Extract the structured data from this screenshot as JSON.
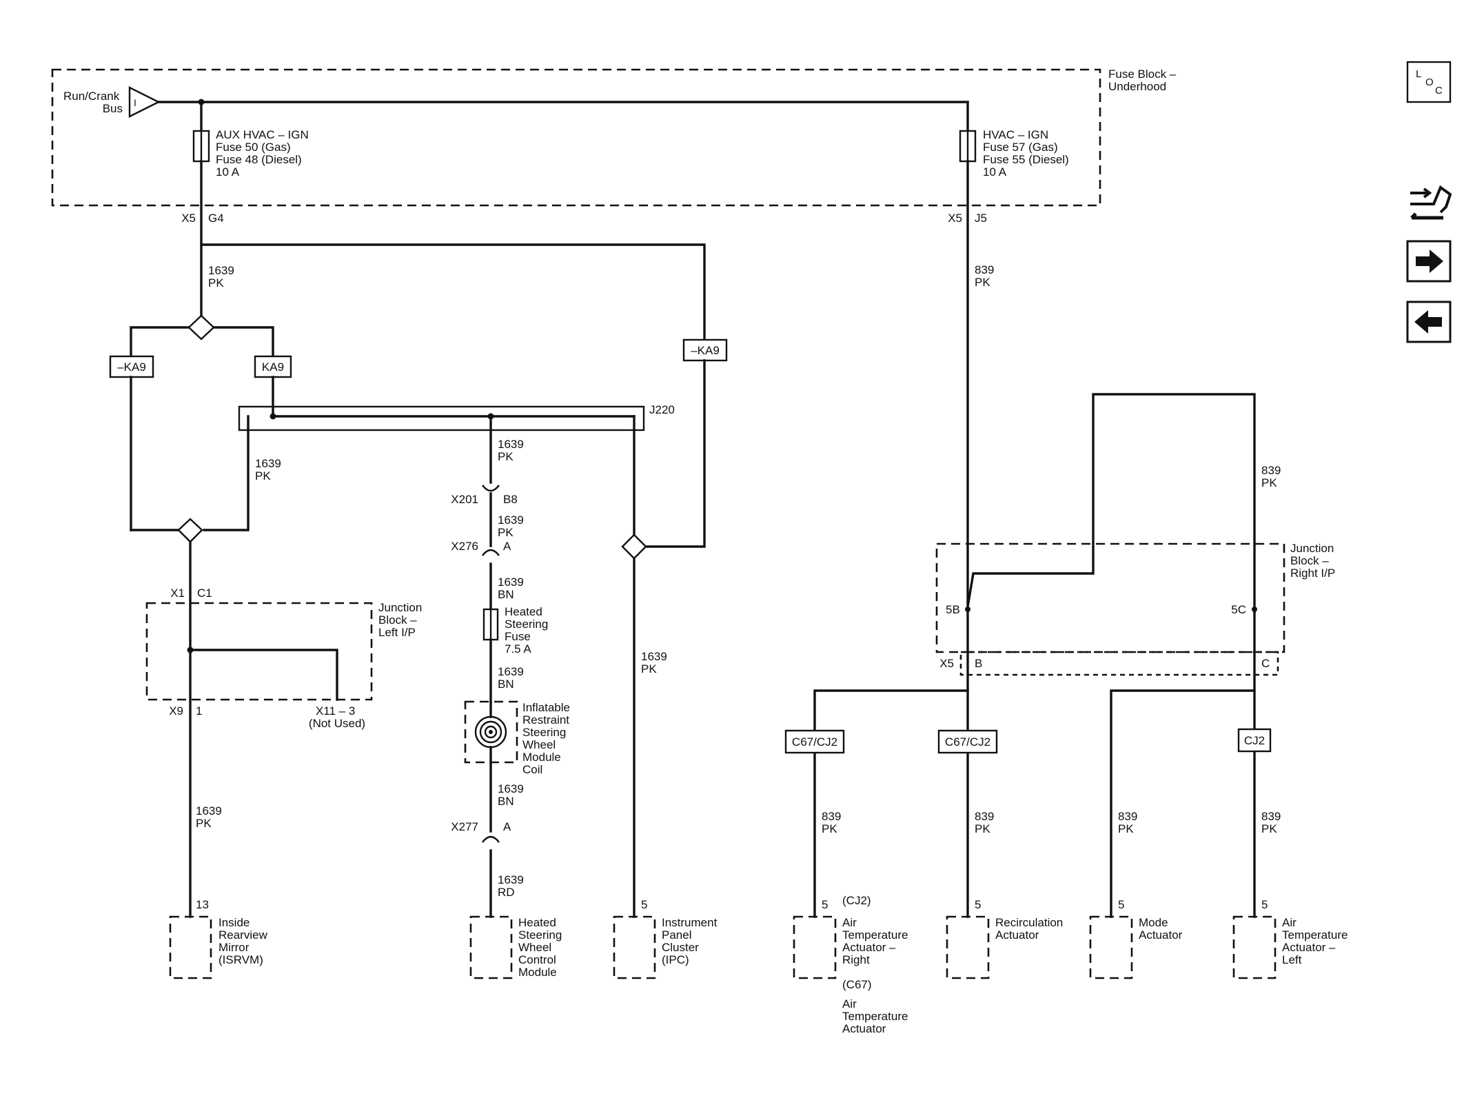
{
  "fuse_block": {
    "title": [
      "Fuse Block –",
      "Underhood"
    ],
    "bus": [
      "Run/Crank",
      "Bus"
    ],
    "bus_symbol": "I",
    "fuse1": [
      "AUX HVAC – IGN",
      "Fuse 50 (Gas)",
      "Fuse 48 (Diesel)",
      "10 A"
    ],
    "fuse2": [
      "HVAC – IGN",
      "Fuse 57 (Gas)",
      "Fuse 55 (Diesel)",
      "10 A"
    ],
    "conn_left": [
      "X5",
      "G4"
    ],
    "conn_right": [
      "X5",
      "J5"
    ]
  },
  "wires": {
    "pk1639": [
      "1639",
      "PK"
    ],
    "bn1639": [
      "1639",
      "BN"
    ],
    "rd1639": [
      "1639",
      "RD"
    ],
    "pk839": [
      "839",
      "PK"
    ]
  },
  "options": {
    "not_ka9": "–KA9",
    "ka9": "KA9",
    "c67cj2": "C67/CJ2",
    "cj2": "CJ2"
  },
  "splice": "J220",
  "connectors": {
    "x201": [
      "X201",
      "B8"
    ],
    "x276": [
      "X276",
      "A"
    ],
    "x277": [
      "X277",
      "A"
    ],
    "x1": [
      "X1",
      "C1"
    ],
    "x9": [
      "X9",
      "1"
    ],
    "x11": [
      "X11 – 3",
      "(Not Used)"
    ],
    "x5_jb": [
      "X5",
      "B",
      "C"
    ],
    "jb_right_pins": [
      "5B",
      "5C"
    ]
  },
  "junction_left": [
    "Junction",
    "Block –",
    "Left I/P"
  ],
  "junction_right": [
    "Junction",
    "Block –",
    "Right I/P"
  ],
  "heated_fuse": [
    "Heated",
    "Steering",
    "Fuse",
    "7.5 A"
  ],
  "coil": [
    "Inflatable",
    "Restraint",
    "Steering",
    "Wheel",
    "Module",
    "Coil"
  ],
  "components": {
    "isrvm": {
      "pin": "13",
      "label": [
        "Inside",
        "Rearview",
        "Mirror",
        "(ISRVM)"
      ]
    },
    "hswcm": {
      "pin": "",
      "label": [
        "Heated",
        "Steering",
        "Wheel",
        "Control",
        "Module"
      ]
    },
    "ipc": {
      "pin": "5",
      "label": [
        "Instrument",
        "Panel",
        "Cluster",
        "(IPC)"
      ]
    },
    "atar": {
      "pin": "5",
      "label": [
        "(CJ2)",
        "Air",
        "Temperature",
        "Actuator –",
        "Right"
      ],
      "label2": [
        "(C67)",
        "Air",
        "Temperature",
        "Actuator"
      ]
    },
    "recirc": {
      "pin": "5",
      "label": [
        "Recirculation",
        "Actuator"
      ]
    },
    "mode": {
      "pin": "5",
      "label": [
        "Mode",
        "Actuator"
      ]
    },
    "atal": {
      "pin": "5",
      "label": [
        "Air",
        "Temperature",
        "Actuator –",
        "Left"
      ]
    }
  },
  "nav": {
    "loc": [
      "L",
      "O",
      "C"
    ],
    "items": [
      "connector-icon",
      "arrow-right-icon",
      "arrow-left-icon"
    ]
  }
}
